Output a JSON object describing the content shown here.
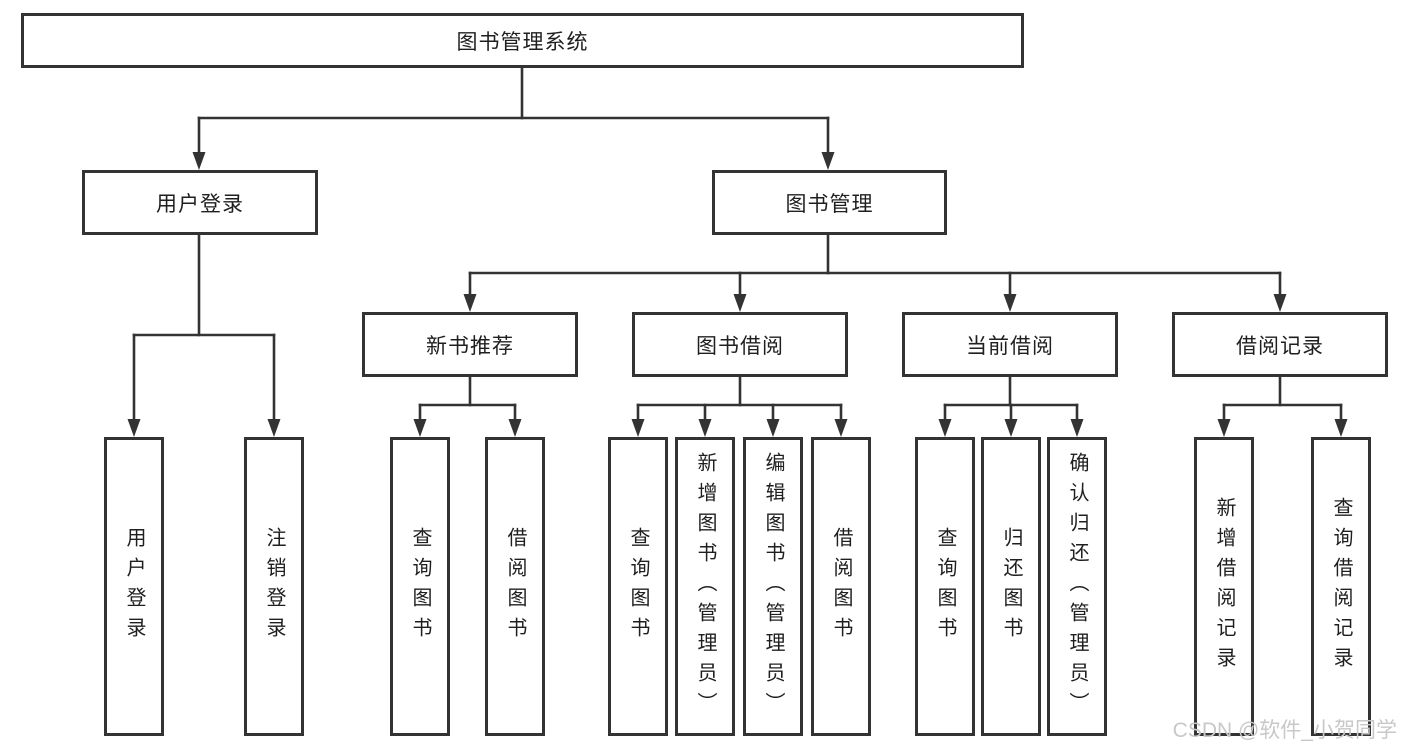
{
  "diagram": {
    "title": "图书管理系统",
    "level2": {
      "user_login": "用户登录",
      "book_management": "图书管理"
    },
    "level3": {
      "new_book_recommend": "新书推荐",
      "book_borrow": "图书借阅",
      "current_borrow": "当前借阅",
      "borrow_record": "借阅记录"
    },
    "leaves": {
      "user_login": "用户登录",
      "logout": "注销登录",
      "recommend_query_books": "查询图书",
      "recommend_borrow_books": "借阅图书",
      "borrow_query_books": "查询图书",
      "borrow_add_books": "新增图书（管理员）",
      "borrow_edit_books": "编辑图书（管理员）",
      "borrow_borrow_books": "借阅图书",
      "current_query_books": "查询图书",
      "current_return_books": "归还图书",
      "current_confirm_return": "确认归还（管理员）",
      "record_add": "新增借阅记录",
      "record_query": "查询借阅记录"
    }
  },
  "watermark": "CSDN @软件_小贺同学",
  "colors": {
    "line": "#333333",
    "box_border": "#333333",
    "text": "#1f1f1f",
    "watermark_text": "#c8c8c8",
    "background": "#ffffff"
  }
}
